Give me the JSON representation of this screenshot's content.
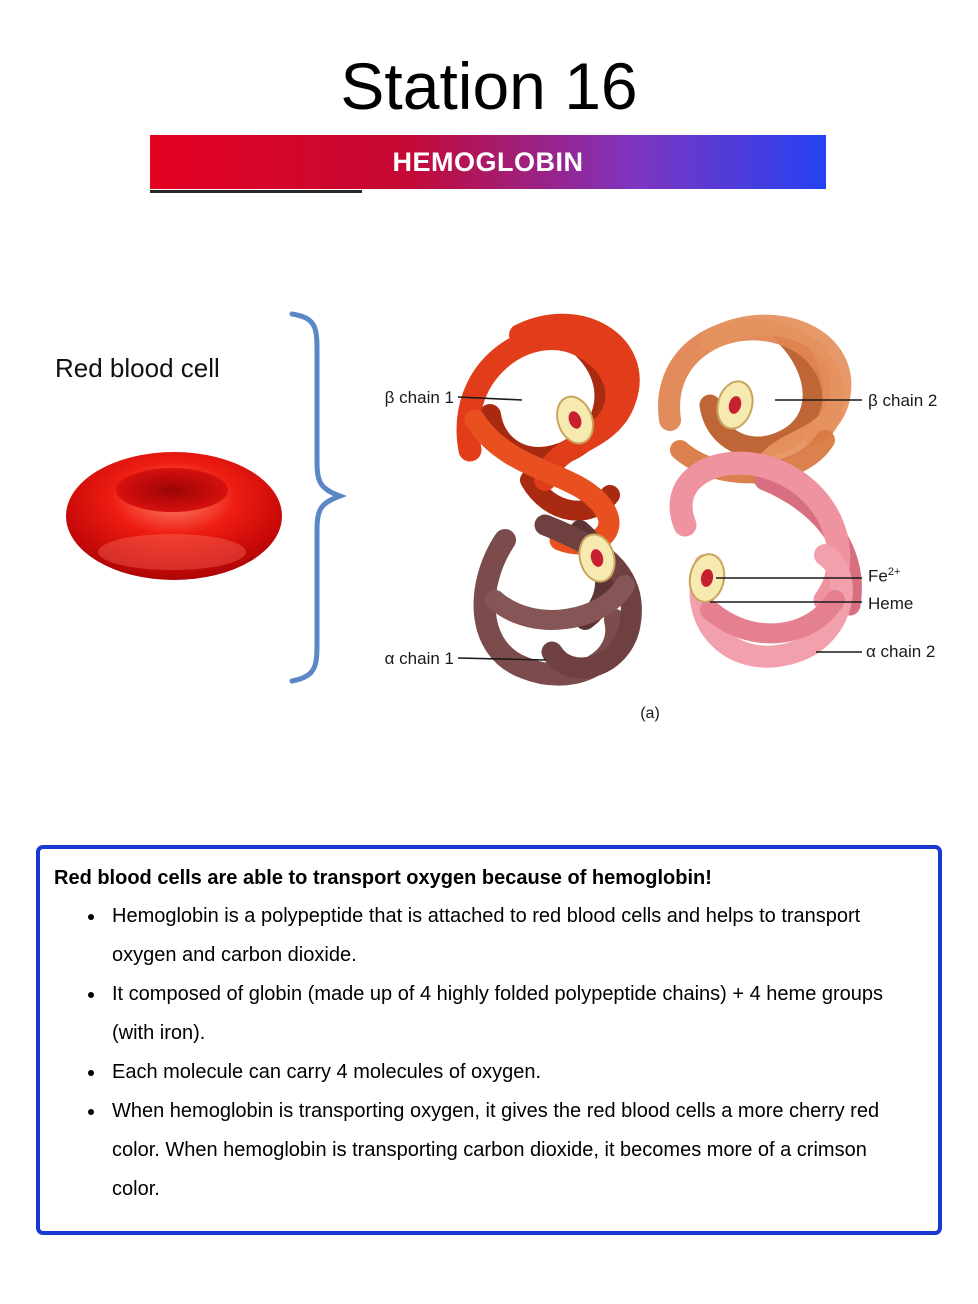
{
  "title": "Station 16",
  "banner": {
    "label": "HEMOGLOBIN",
    "gradient_start": "#e30020",
    "gradient_end": "#2442f2"
  },
  "figure": {
    "rbc_label": "Red blood cell",
    "caption": "(a)",
    "labels": {
      "beta1": "β chain 1",
      "beta2": "β chain 2",
      "fe": "Fe",
      "fe_sup": "2+",
      "heme": "Heme",
      "alpha1": "α chain 1",
      "alpha2": "α chain 2"
    },
    "colors": {
      "beta_chain_1": "#e23d1a",
      "beta_chain_2": "#e08552",
      "alpha_chain_1": "#7c4b4b",
      "alpha_chain_2": "#ef93a0",
      "heme_disc": "#f7eab0",
      "red_blood_cell": "#d60f0f",
      "brace": "#5b87c7"
    }
  },
  "info_box": {
    "border_color": "#1838d0",
    "heading": "Red blood cells are able to transport oxygen because of hemoglobin!",
    "bullets": [
      "Hemoglobin is a polypeptide that is attached to red blood cells and helps to transport oxygen and carbon dioxide.",
      "It composed of globin (made up of 4 highly folded polypeptide chains) + 4 heme groups (with iron).",
      "Each molecule can carry 4 molecules of oxygen.",
      "When hemoglobin is transporting oxygen, it gives the red blood cells a more cherry red color. When hemoglobin is transporting carbon dioxide, it becomes more of a crimson color."
    ]
  }
}
